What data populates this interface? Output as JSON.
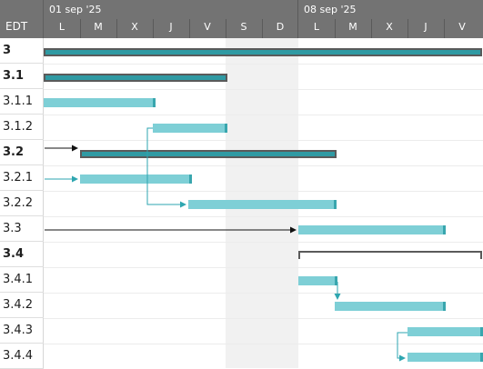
{
  "header": {
    "wbs_label": "EDT",
    "weeks": [
      {
        "label": "01 sep '25"
      },
      {
        "label": "08 sep '25"
      }
    ],
    "days": [
      "L",
      "M",
      "X",
      "J",
      "V",
      "S",
      "D",
      "L",
      "M",
      "X",
      "J",
      "V"
    ]
  },
  "rows": [
    {
      "label": "3",
      "bold": true
    },
    {
      "label": "3.1",
      "bold": true
    },
    {
      "label": "3.1.1",
      "bold": false
    },
    {
      "label": "3.1.2",
      "bold": false
    },
    {
      "label": "3.2",
      "bold": true
    },
    {
      "label": "3.2.1",
      "bold": false
    },
    {
      "label": "3.2.2",
      "bold": false
    },
    {
      "label": "3.3",
      "bold": false
    },
    {
      "label": "3.4",
      "bold": true
    },
    {
      "label": "3.4.1",
      "bold": false
    },
    {
      "label": "3.4.2",
      "bold": false
    },
    {
      "label": "3.4.3",
      "bold": false
    },
    {
      "label": "3.4.4",
      "bold": false
    }
  ],
  "colors": {
    "task_bar": "#7ecfd6",
    "summary_fill": "#2f9aa3",
    "link": "#2ea6b0",
    "header_bg": "#737373"
  }
}
